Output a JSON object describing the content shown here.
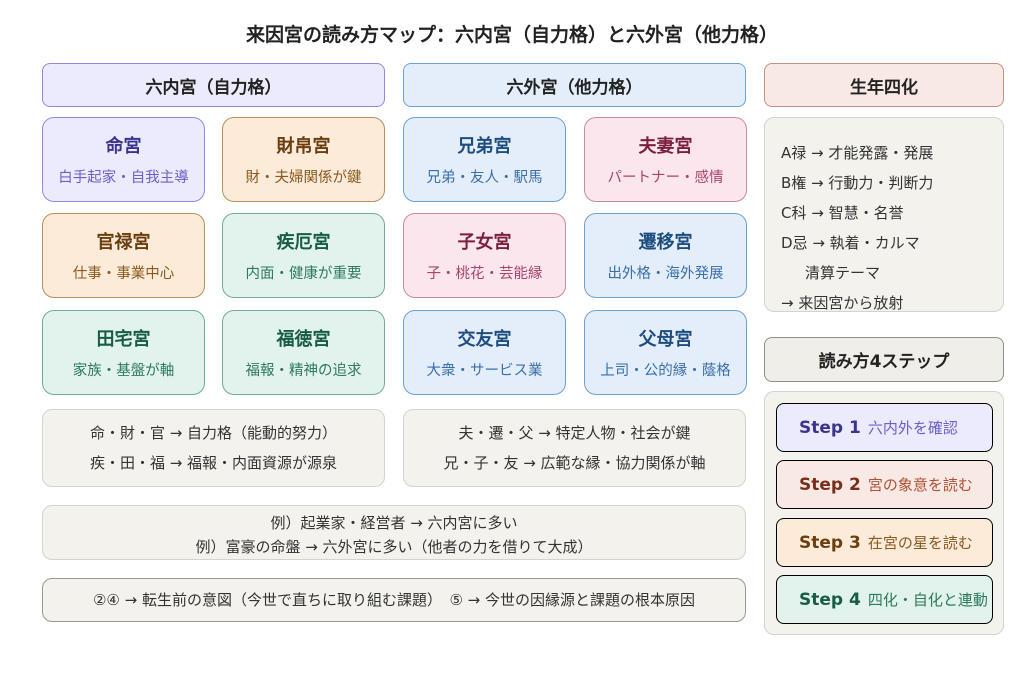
{
  "title": "来因宮の読み方マップ：六内宮（自力格）と六外宮（他力格）",
  "headers": {
    "inner": "六内宮（自力格）",
    "outer": "六外宮（他力格）",
    "sika": "生年四化",
    "steps": "読み方4ステップ"
  },
  "palaces": [
    {
      "name": "命宮",
      "desc": "白手起家・自我主導"
    },
    {
      "name": "財帛宮",
      "desc": "財・夫婦関係が鍵"
    },
    {
      "name": "兄弟宮",
      "desc": "兄弟・友人・駅馬"
    },
    {
      "name": "夫妻宮",
      "desc": "パートナー・感情"
    },
    {
      "name": "官禄宮",
      "desc": "仕事・事業中心"
    },
    {
      "name": "疾厄宮",
      "desc": "内面・健康が重要"
    },
    {
      "name": "子女宮",
      "desc": "子・桃花・芸能縁"
    },
    {
      "name": "遷移宮",
      "desc": "出外格・海外発展"
    },
    {
      "name": "田宅宮",
      "desc": "家族・基盤が軸"
    },
    {
      "name": "福徳宮",
      "desc": "福報・精神の追求"
    },
    {
      "name": "交友宮",
      "desc": "大衆・サービス業"
    },
    {
      "name": "父母宮",
      "desc": "上司・公的縁・蔭格"
    }
  ],
  "summary_inner": [
    "命・財・官 → 自力格（能動的努力）",
    "疾・田・福 → 福報・内面資源が源泉"
  ],
  "summary_outer": [
    "夫・遷・父 → 特定人物・社会が鍵",
    "兄・子・友 → 広範な縁・協力関係が軸"
  ],
  "examples": [
    "例）起業家・経営者 → 六内宮に多い",
    "例）富豪の命盤 → 六外宮に多い（他者の力を借りて大成）"
  ],
  "bottom_note": "②④ → 転生前の意図（今世で直ちに取り組む課題）　⑤ → 今世の因縁源と課題の根本原因",
  "sika_lines": [
    "A禄 → 才能発露・発展",
    "B権 → 行動力・判断力",
    "C科 → 智慧・名誉",
    "D忌 → 執着・カルマ",
    "清算テーマ",
    "→ 来因宮から放射"
  ],
  "steps": [
    {
      "label": "Step 1",
      "text": "六内外を確認"
    },
    {
      "label": "Step 2",
      "text": "宮の象意を読む"
    },
    {
      "label": "Step 3",
      "text": "在宮の星を読む"
    },
    {
      "label": "Step 4",
      "text": "四化・自化と連動"
    }
  ]
}
